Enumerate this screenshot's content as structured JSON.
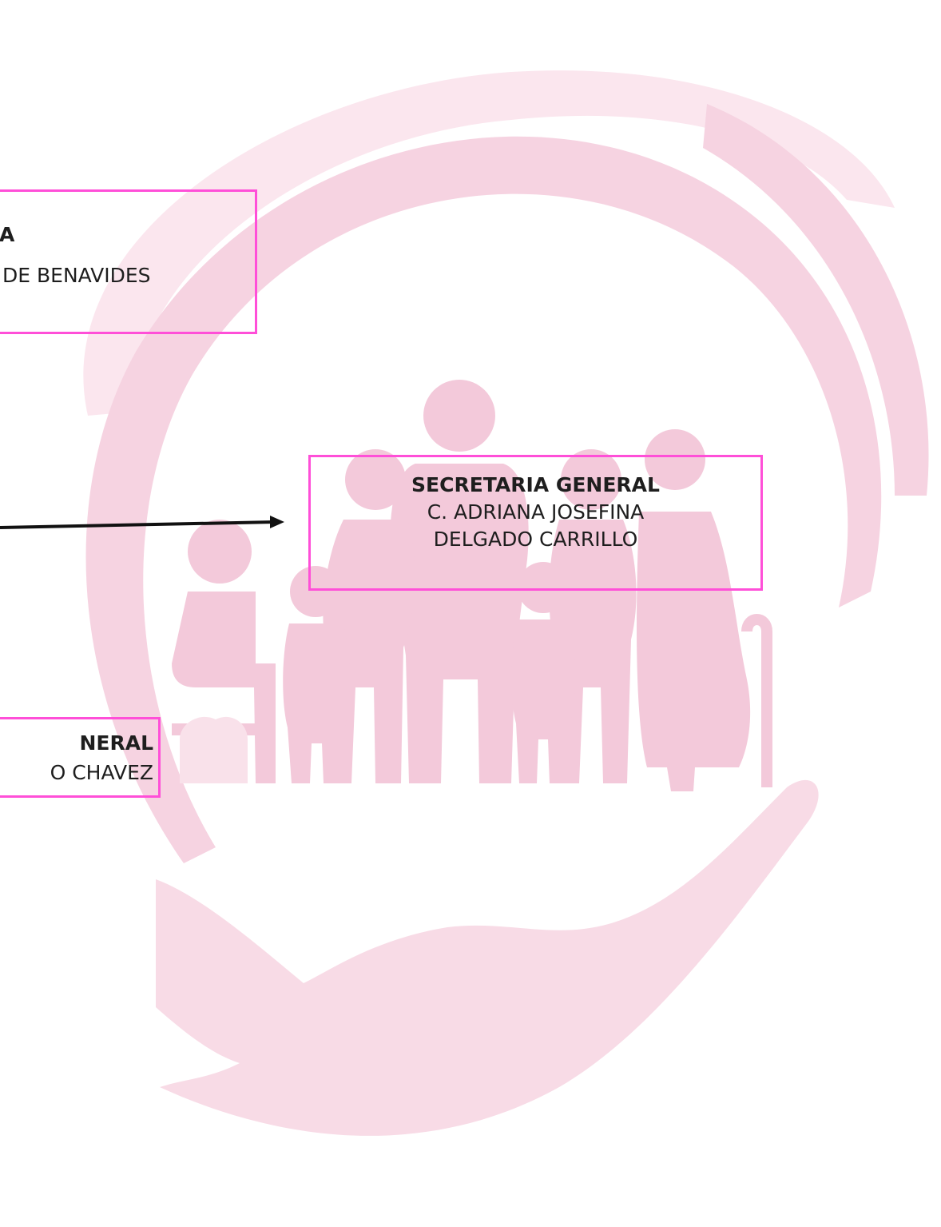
{
  "diagram": {
    "nodes": {
      "top": {
        "title": "A",
        "name": "DE BENAVIDES"
      },
      "secretaria": {
        "title": "SECRETARIA GENERAL",
        "name_line1": "C. ADRIANA JOSEFINA",
        "name_line2": "DELGADO CARRILLO"
      },
      "bottom": {
        "title": "NERAL",
        "name": "O CHAVEZ"
      }
    },
    "colors": {
      "box_border": "#ff4fd8",
      "text": "#1e1e1e",
      "connector": "#111111",
      "watermark": "#f6d3e1",
      "watermark_light": "#fbe6ee"
    },
    "background_icons": [
      "circular-swoosh-logo",
      "hand-icon",
      "family-silhouette-icon",
      "wheelchair-icon",
      "cane-icon"
    ]
  }
}
